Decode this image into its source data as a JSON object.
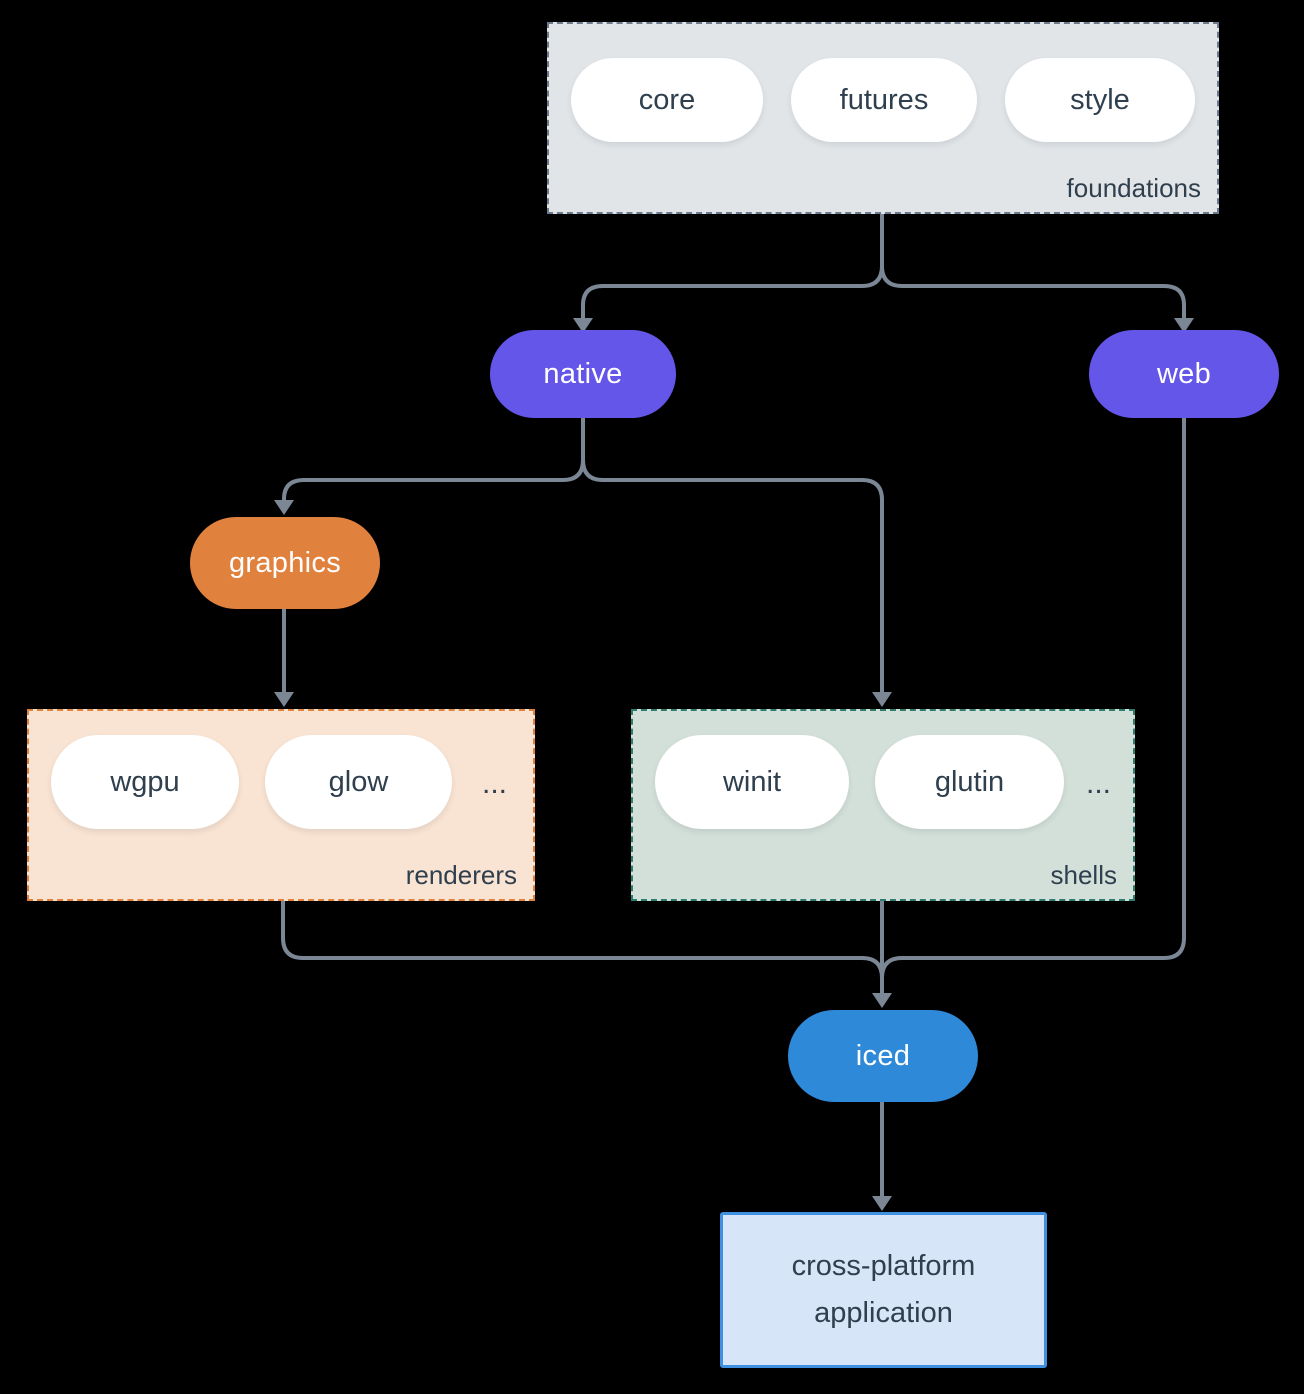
{
  "diagram": {
    "background_color": "#000000",
    "connector_color": "#7b8794",
    "foundations": {
      "label": "foundations",
      "fill": "#e1e5e8",
      "border_color": "#6b7a8c",
      "pills": [
        "core",
        "futures",
        "style"
      ]
    },
    "native": {
      "label": "native",
      "fill": "#6456e8",
      "text_color": "#ffffff"
    },
    "web": {
      "label": "web",
      "fill": "#6456e8",
      "text_color": "#ffffff"
    },
    "graphics": {
      "label": "graphics",
      "fill": "#e0813d",
      "text_color": "#ffffff"
    },
    "renderers": {
      "label": "renderers",
      "fill": "#f9e3d2",
      "border_color": "#e0813d",
      "pills": [
        "wgpu",
        "glow"
      ],
      "ellipsis": "..."
    },
    "shells": {
      "label": "shells",
      "fill": "#d3e0d9",
      "border_color": "#2e7d6c",
      "pills": [
        "winit",
        "glutin"
      ],
      "ellipsis": "..."
    },
    "iced": {
      "label": "iced",
      "fill": "#2e89d8",
      "text_color": "#ffffff"
    },
    "application": {
      "label_line1": "cross-platform",
      "label_line2": "application",
      "fill": "#d6e6f8",
      "border_color": "#4090e2"
    }
  }
}
